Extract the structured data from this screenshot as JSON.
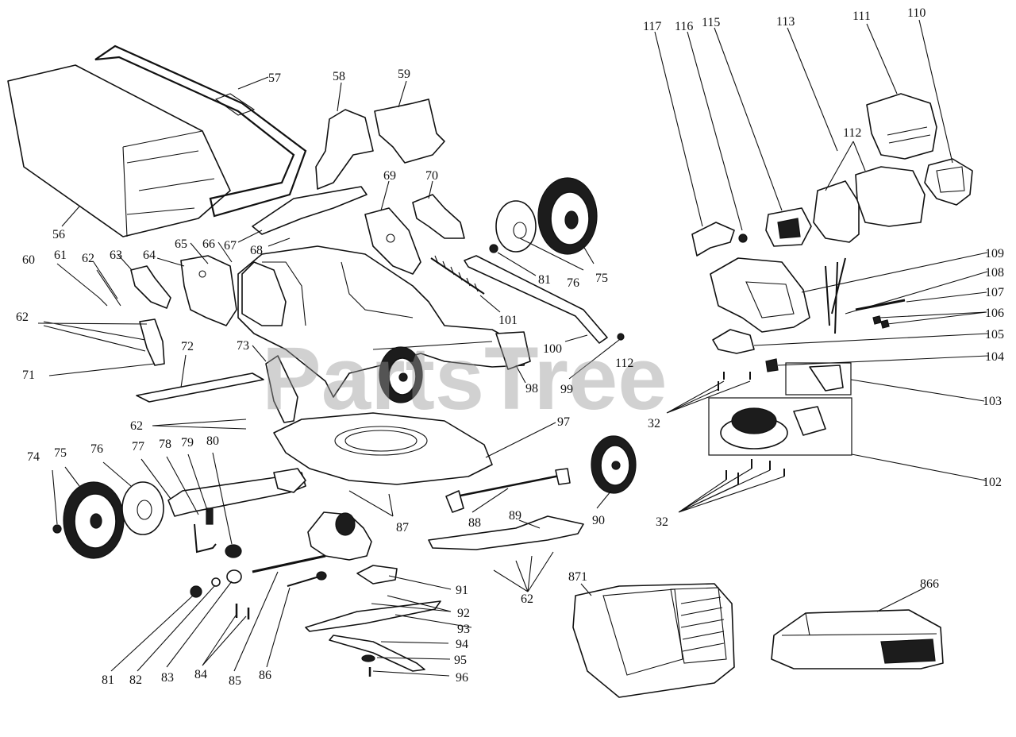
{
  "watermark": "PartsTree",
  "callouts": [
    {
      "id": "c57",
      "label": "57"
    },
    {
      "id": "c58",
      "label": "58"
    },
    {
      "id": "c59",
      "label": "59"
    },
    {
      "id": "c56",
      "label": "56"
    },
    {
      "id": "c67",
      "label": "67"
    },
    {
      "id": "c68",
      "label": "68"
    },
    {
      "id": "c69",
      "label": "69"
    },
    {
      "id": "c70",
      "label": "70"
    },
    {
      "id": "c66",
      "label": "66"
    },
    {
      "id": "c65",
      "label": "65"
    },
    {
      "id": "c64",
      "label": "64"
    },
    {
      "id": "c63",
      "label": "63"
    },
    {
      "id": "c62a",
      "label": "62"
    },
    {
      "id": "c61",
      "label": "61"
    },
    {
      "id": "c60",
      "label": "60"
    },
    {
      "id": "c62b",
      "label": "62"
    },
    {
      "id": "c71",
      "label": "71"
    },
    {
      "id": "c72",
      "label": "72"
    },
    {
      "id": "c73",
      "label": "73"
    },
    {
      "id": "c62c",
      "label": "62"
    },
    {
      "id": "c81a",
      "label": "81"
    },
    {
      "id": "c76a",
      "label": "76"
    },
    {
      "id": "c75a",
      "label": "75"
    },
    {
      "id": "c101",
      "label": "101"
    },
    {
      "id": "c100",
      "label": "100"
    },
    {
      "id": "c98",
      "label": "98"
    },
    {
      "id": "c99",
      "label": "99"
    },
    {
      "id": "c112a",
      "label": "112"
    },
    {
      "id": "c97",
      "label": "97"
    },
    {
      "id": "c74",
      "label": "74"
    },
    {
      "id": "c75b",
      "label": "75"
    },
    {
      "id": "c76b",
      "label": "76"
    },
    {
      "id": "c77",
      "label": "77"
    },
    {
      "id": "c78",
      "label": "78"
    },
    {
      "id": "c79",
      "label": "79"
    },
    {
      "id": "c80",
      "label": "80"
    },
    {
      "id": "c87",
      "label": "87"
    },
    {
      "id": "c88",
      "label": "88"
    },
    {
      "id": "c89",
      "label": "89"
    },
    {
      "id": "c90",
      "label": "90"
    },
    {
      "id": "c91",
      "label": "91"
    },
    {
      "id": "c92",
      "label": "92"
    },
    {
      "id": "c93",
      "label": "93"
    },
    {
      "id": "c94",
      "label": "94"
    },
    {
      "id": "c95",
      "label": "95"
    },
    {
      "id": "c96",
      "label": "96"
    },
    {
      "id": "c62d",
      "label": "62"
    },
    {
      "id": "c81b",
      "label": "81"
    },
    {
      "id": "c82",
      "label": "82"
    },
    {
      "id": "c83",
      "label": "83"
    },
    {
      "id": "c84",
      "label": "84"
    },
    {
      "id": "c85",
      "label": "85"
    },
    {
      "id": "c86",
      "label": "86"
    },
    {
      "id": "c117",
      "label": "117"
    },
    {
      "id": "c116",
      "label": "116"
    },
    {
      "id": "c115",
      "label": "115"
    },
    {
      "id": "c113",
      "label": "113"
    },
    {
      "id": "c111",
      "label": "111"
    },
    {
      "id": "c110",
      "label": "110"
    },
    {
      "id": "c112b",
      "label": "112"
    },
    {
      "id": "c109",
      "label": "109"
    },
    {
      "id": "c108",
      "label": "108"
    },
    {
      "id": "c107",
      "label": "107"
    },
    {
      "id": "c106",
      "label": "106"
    },
    {
      "id": "c105",
      "label": "105"
    },
    {
      "id": "c104",
      "label": "104"
    },
    {
      "id": "c103",
      "label": "103"
    },
    {
      "id": "c32a",
      "label": "32"
    },
    {
      "id": "c102",
      "label": "102"
    },
    {
      "id": "c32b",
      "label": "32"
    },
    {
      "id": "c871",
      "label": "871"
    },
    {
      "id": "c866",
      "label": "866"
    }
  ]
}
